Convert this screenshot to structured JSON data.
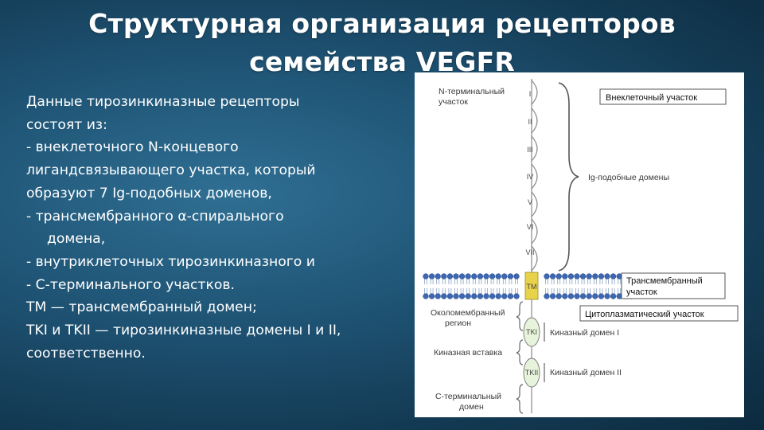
{
  "slide": {
    "title_line1": "Структурная организация рецепторов",
    "title_line2": "семейства VEGFR",
    "body_lines": [
      "Данные тирозинкиназные рецепторы",
      "состоят из:",
      "- внеклеточного N-концевого",
      "лигандсвязывающего участка, который",
      "образуют 7 Ig-подобных доменов,",
      "- трансмембранного α-спирального",
      "домена,",
      "- внутриклеточных тирозинкиназного и",
      "- С-терминального участков.",
      "TM — трансмембранный домен;",
      "TKI и TKII — тирозинкиназные домены I и II,",
      "соответственно."
    ]
  },
  "diagram": {
    "n_terminal": [
      "N-терминальный",
      "участок"
    ],
    "extracellular": "Внеклеточный участок",
    "ig_domains": "Ig-подобные домены",
    "roman": [
      "I",
      "II",
      "III",
      "IV",
      "V",
      "VI",
      "VII"
    ],
    "tm_short": "TM",
    "transmembrane": [
      "Трансмембранный",
      "участок"
    ],
    "cytoplasmic": "Цитоплазматический участок",
    "juxtamembrane": [
      "Околомембранный",
      "регион"
    ],
    "tk1_short": "TKI",
    "kinase1": "Киназный домен I",
    "kinase_insert": "Киназная вставка",
    "tk2_short": "TKII",
    "kinase2": "Киназный домен II",
    "c_terminal": [
      "С-терминальный",
      "домен"
    ]
  }
}
